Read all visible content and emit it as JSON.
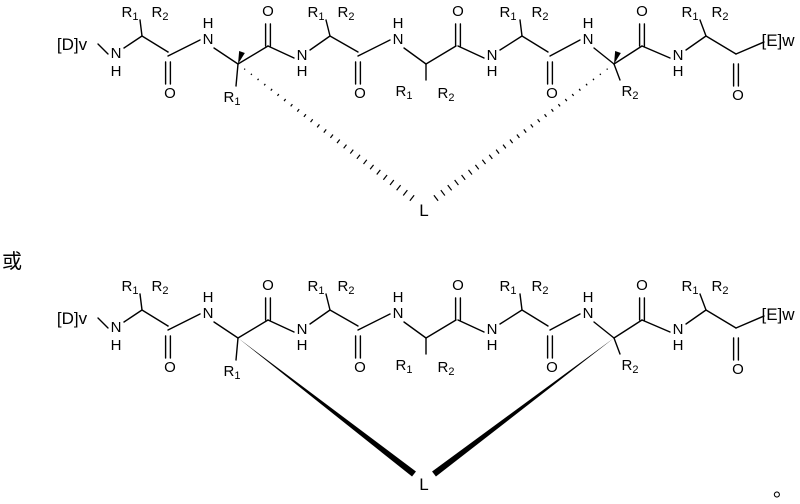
{
  "separator_text": "或",
  "end_mark": "。",
  "structures": [
    {
      "id": "top",
      "linker_style": "hashed",
      "labels": {
        "n_term": "[D]v",
        "c_term": "[E]w",
        "linker": "L",
        "nh": "N",
        "h": "H",
        "o": "O",
        "r1": "R1",
        "r2": "R2",
        "r1_main": "R",
        "r1_sub": "1",
        "r2_main": "R",
        "r2_sub": "2"
      }
    },
    {
      "id": "bottom",
      "linker_style": "bold",
      "labels": {
        "n_term": "[D]v",
        "c_term": "[E]w",
        "linker": "L",
        "nh": "N",
        "h": "H",
        "o": "O",
        "r1": "R1",
        "r2": "R2",
        "r1_main": "R",
        "r1_sub": "1",
        "r2_main": "R",
        "r2_sub": "2"
      }
    }
  ]
}
